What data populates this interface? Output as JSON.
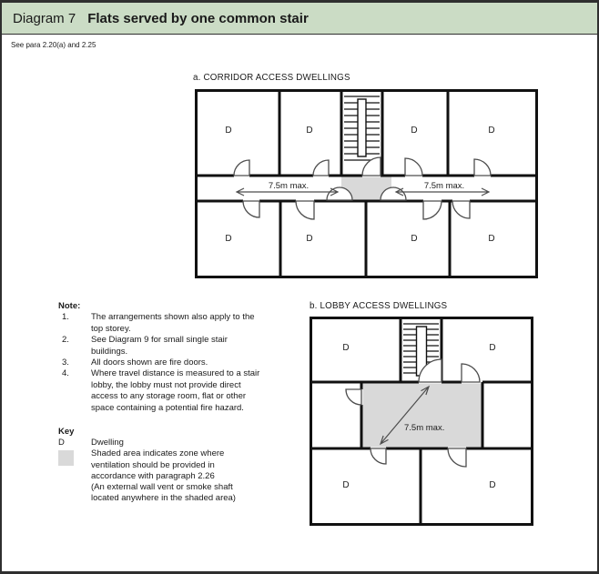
{
  "header": {
    "label": "Diagram 7",
    "title": "Flats served by one common stair"
  },
  "reference": "See para 2.20(a) and 2.25",
  "diagram_a": {
    "title": "a. CORRIDOR ACCESS DWELLINGS",
    "dwelling_label": "D",
    "distance_label": "7.5m max."
  },
  "diagram_b": {
    "title": "b. LOBBY ACCESS DWELLINGS",
    "dwelling_label": "D",
    "distance_label": "7.5m max."
  },
  "notes": {
    "heading": "Note:",
    "items": [
      {
        "num": "1.",
        "lines": [
          "The arrangements shown also apply to the",
          "top storey."
        ]
      },
      {
        "num": "2.",
        "lines": [
          "See Diagram 9 for small single stair",
          "buildings."
        ]
      },
      {
        "num": "3.",
        "lines": [
          "All doors shown are fire doors."
        ]
      },
      {
        "num": "4.",
        "lines": [
          "Where travel distance is measured to a stair",
          "lobby, the lobby must not provide direct",
          "access to any storage room, flat or other",
          "space containing a potential fire hazard."
        ]
      }
    ]
  },
  "key": {
    "heading": "Key",
    "dwelling_symbol": "D",
    "dwelling_label": "Dwelling",
    "shaded_lines": [
      "Shaded area indicates zone where",
      "ventilation should be provided in",
      "accordance with paragraph 2.26",
      "(An external wall vent or smoke shaft",
      "located anywhere in the shaded area)"
    ]
  },
  "colors": {
    "header_bg": "#cbdcc5",
    "panel_border": "#2f2f2f",
    "shaded_zone": "#d9d9d9",
    "wall": "#111111",
    "door_arc": "#4d4d4d"
  }
}
